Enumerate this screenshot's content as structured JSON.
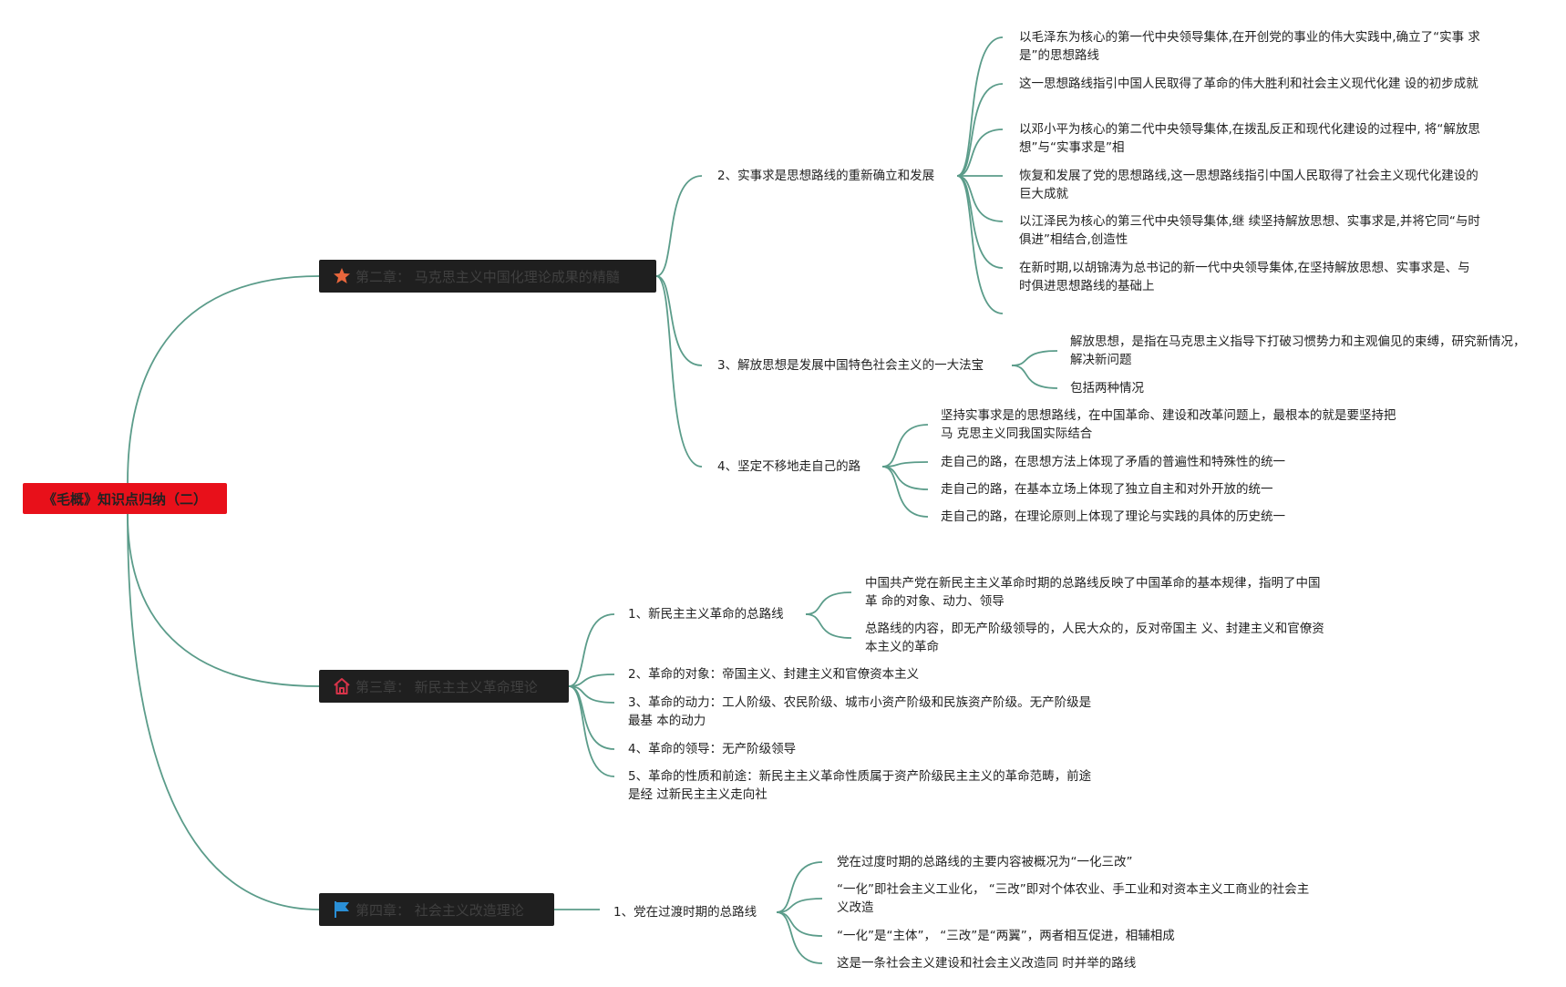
{
  "root": {
    "label": "《毛概》知识点归纳（二）"
  },
  "colors": {
    "root_bg": "#e8101a",
    "chapter_bg": "#1f1f1f",
    "link": "#5b9c8a",
    "star": "#e8663c",
    "home": "#d8344a",
    "flag": "#2a8fd6"
  },
  "chapters": [
    {
      "label": "第二章： 马克思主义中国化理论成果的精髓",
      "icon": "star-icon",
      "topics": [
        {
          "label": "2、实事求是思想路线的重新确立和发展",
          "details": [
            "以毛泽东为核心的第一代中央领导集体,在开创党的事业的伟大实践中,确立了“实事 求是”的思想路线",
            "这一思想路线指引中国人民取得了革命的伟大胜利和社会主义现代化建 设的初步成就",
            "以邓小平为核心的第二代中央领导集体,在拨乱反正和现代化建设的过程中, 将“解放思想”与“实事求是”相",
            "恢复和发展了党的思想路线,这一思想路线指引中国人民取得了社会主义现代化建设的巨大成就",
            "以江泽民为核心的第三代中央领导集体,继 续坚持解放思想、实事求是,并将它同“与时俱进”相结合,创造性",
            "在新时期,以胡锦涛为总书记的新一代中央领导集体,在坚持解放思想、实事求是、与 时俱进思想路线的基础上"
          ]
        },
        {
          "label": "3、解放思想是发展中国特色社会主义的一大法宝",
          "details": [
            "解放思想，是指在马克思主义指导下打破习惯势力和主观偏见的束缚，研究新情况，解决新问题",
            "包括两种情况"
          ]
        },
        {
          "label": "4、坚定不移地走自己的路",
          "details": [
            "坚持实事求是的思想路线，在中国革命、建设和改革问题上，最根本的就是要坚持把马 克思主义同我国实际结合",
            "走自己的路，在思想方法上体现了矛盾的普遍性和特殊性的统一",
            "走自己的路，在基本立场上体现了独立自主和对外开放的统一",
            "走自己的路，在理论原则上体现了理论与实践的具体的历史统一"
          ]
        }
      ]
    },
    {
      "label": "第三章： 新民主主义革命理论",
      "icon": "home-icon",
      "topics": [
        {
          "label": "1、新民主主义革命的总路线",
          "details": [
            "中国共产党在新民主主义革命时期的总路线反映了中国革命的基本规律，指明了中国革 命的对象、动力、领导",
            "总路线的内容，即无产阶级领导的，人民大众的，反对帝国主 义、封建主义和官僚资本主义的革命"
          ]
        },
        {
          "label": "2、革命的对象：帝国主义、封建主义和官僚资本主义",
          "details": []
        },
        {
          "label": "3、革命的动力：工人阶级、农民阶级、城市小资产阶级和民族资产阶级。无产阶级是最基 本的动力",
          "details": []
        },
        {
          "label": "4、革命的领导：无产阶级领导",
          "details": []
        },
        {
          "label": "5、革命的性质和前途：新民主主义革命性质属于资产阶级民主主义的革命范畴，前途是经 过新民主主义走向社",
          "details": []
        }
      ]
    },
    {
      "label": "第四章： 社会主义改造理论",
      "icon": "flag-icon",
      "topics": [
        {
          "label": "1、党在过渡时期的总路线",
          "details": [
            "党在过度时期的总路线的主要内容被概况为“一化三改”",
            "“一化”即社会主义工业化，  “三改”即对个体农业、手工业和对资本主义工商业的社会主义改造",
            "“一化”是“主体”，  “三改”是“两翼”，两者相互促进，相辅相成",
            "这是一条社会主义建设和社会主义改造同 时并举的路线"
          ]
        }
      ]
    }
  ]
}
